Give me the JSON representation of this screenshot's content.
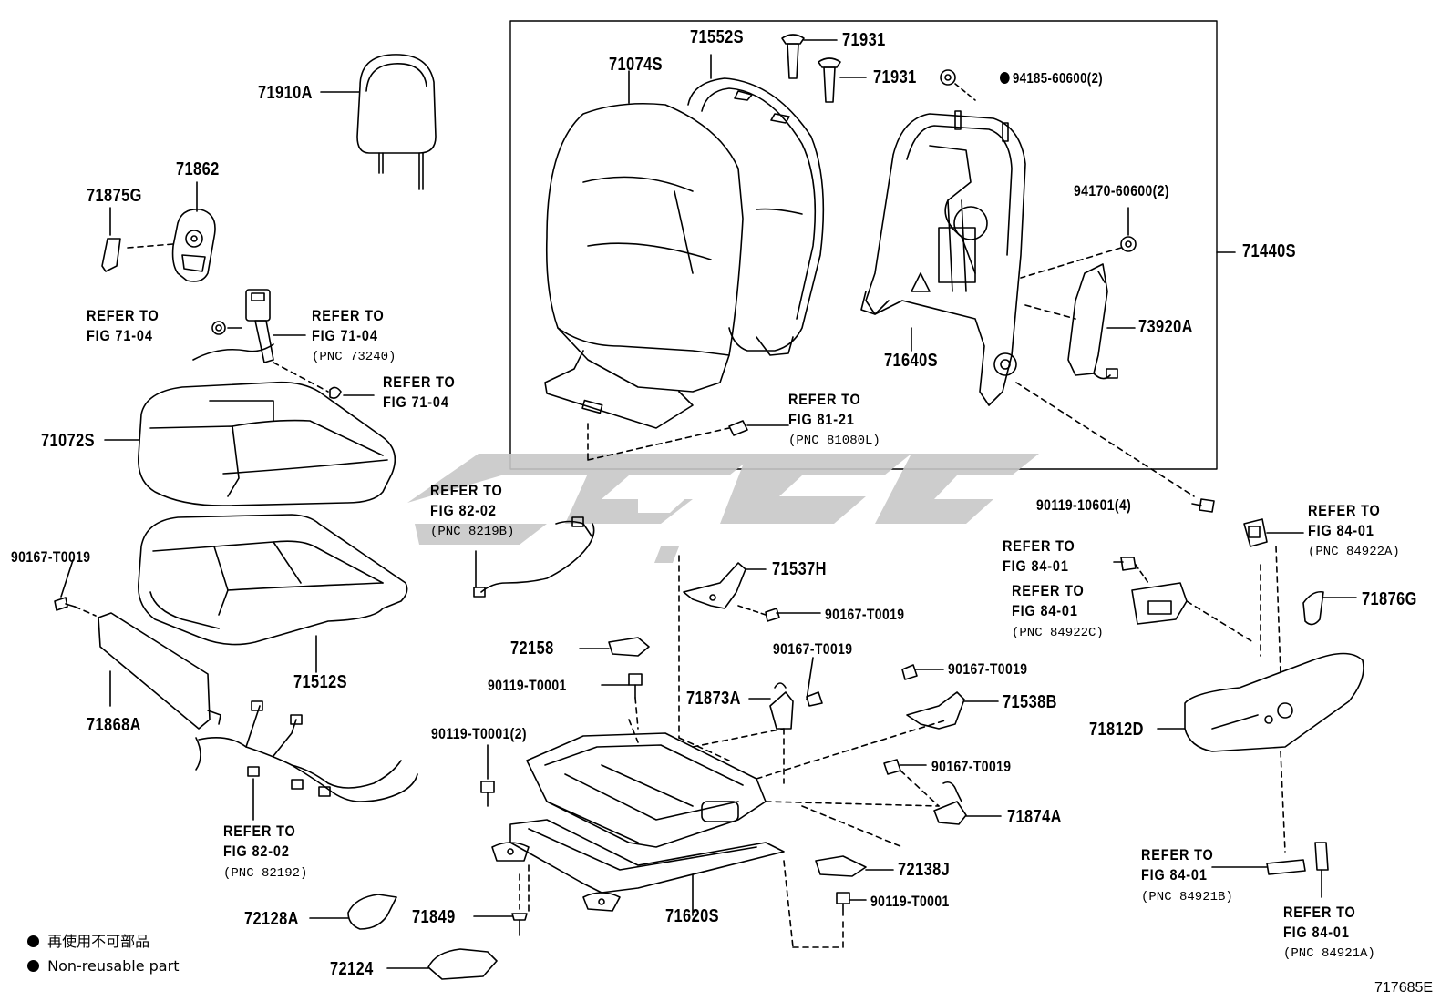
{
  "parts": {
    "p71910A": "71910A",
    "p71862": "71862",
    "p71875G": "71875G",
    "p71072S": "71072S",
    "p71512S": "71512S",
    "p71868A": "71868A",
    "p90167_T0019_left": "90167-T0019",
    "p71074S": "71074S",
    "p71552S": "71552S",
    "p71931_a": "71931",
    "p71931_b": "71931",
    "p94185": "94185-60600(2)",
    "p94170": "94170-60600(2)",
    "p71440S": "71440S",
    "p73920A": "73920A",
    "p71640S": "71640S",
    "p90119_10601": "90119-10601(4)",
    "p71537H": "71537H",
    "p90167_T0019_a": "90167-T0019",
    "p72158": "72158",
    "p90119_T0001_a": "90119-T0001",
    "p90167_T0019_b": "90167-T0019",
    "p71873A": "71873A",
    "p90119_T0001_2": "90119-T0001(2)",
    "p90167_T0019_c": "90167-T0019",
    "p71538B": "71538B",
    "p90167_T0019_d": "90167-T0019",
    "p71874A": "71874A",
    "p71876G": "71876G",
    "p71812D": "71812D",
    "p72138J": "72138J",
    "p90119_T0001_b": "90119-T0001",
    "p72128A": "72128A",
    "p71849": "71849",
    "p71620S": "71620S",
    "p72124": "72124"
  },
  "refs": {
    "r1": {
      "l1": "REFER TO",
      "l2": "FIG 71-04"
    },
    "r2": {
      "l1": "REFER TO",
      "l2": "FIG 71-04",
      "pnc": "(PNC 73240)"
    },
    "r3": {
      "l1": "REFER TO",
      "l2": "FIG 71-04"
    },
    "r4": {
      "l1": "REFER TO",
      "l2": "FIG 81-21",
      "pnc": "(PNC 81080L)"
    },
    "r5": {
      "l1": "REFER TO",
      "l2": "FIG 82-02",
      "pnc": "(PNC 8219B)"
    },
    "r6": {
      "l1": "REFER TO",
      "l2": "FIG 82-02",
      "pnc": "(PNC 82192)"
    },
    "r7": {
      "l1": "REFER TO",
      "l2": "FIG 84-01",
      "pnc": "(PNC 84922A)"
    },
    "r8": {
      "l1": "REFER TO",
      "l2": "FIG 84-01"
    },
    "r9": {
      "l1": "REFER TO",
      "l2": "FIG 84-01",
      "pnc": "(PNC 84922C)"
    },
    "r10": {
      "l1": "REFER TO",
      "l2": "FIG 84-01",
      "pnc": "(PNC 84921B)"
    },
    "r11": {
      "l1": "REFER TO",
      "l2": "FIG 84-01",
      "pnc": "(PNC 84921A)"
    }
  },
  "legend": {
    "line1": "再使用不可部品",
    "line2": "Non-reusable part"
  },
  "diagram_code": "717685E",
  "colors": {
    "line": "#000000",
    "watermark": "#c8c8c8",
    "background": "#ffffff"
  }
}
